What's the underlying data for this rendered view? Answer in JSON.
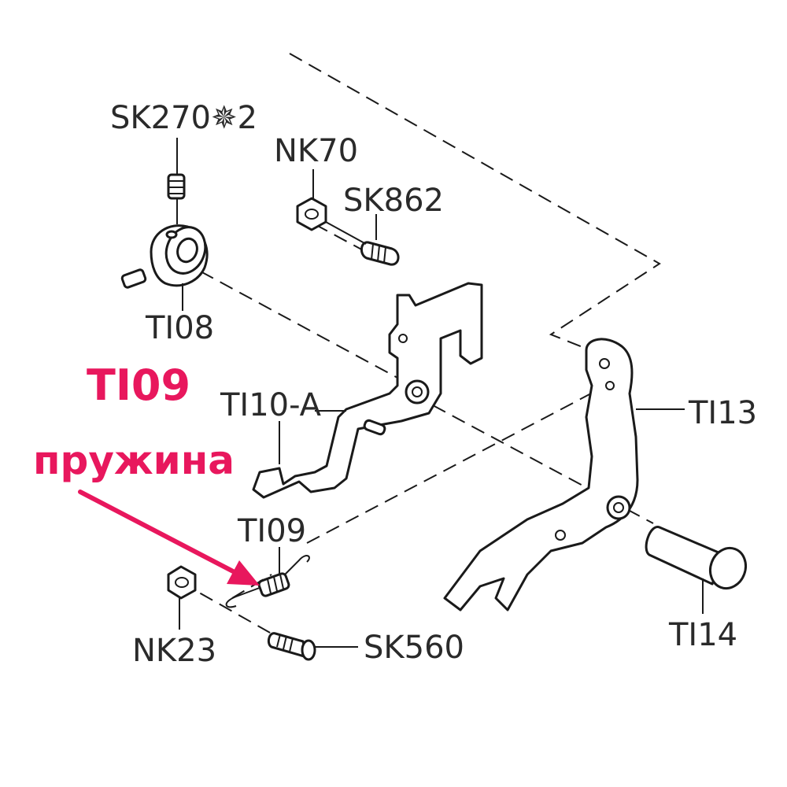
{
  "highlight": {
    "part_code": "TI09",
    "caption": "пружина",
    "color": "#e8175d"
  },
  "labels": {
    "sk270": "SK270✵2",
    "nk70": "NK70",
    "sk862": "SK862",
    "ti08": "TI08",
    "ti10a": "TI10-A",
    "ti13": "TI13",
    "ti09": "TI09",
    "nk23": "NK23",
    "sk560": "SK560",
    "ti14": "TI14"
  }
}
